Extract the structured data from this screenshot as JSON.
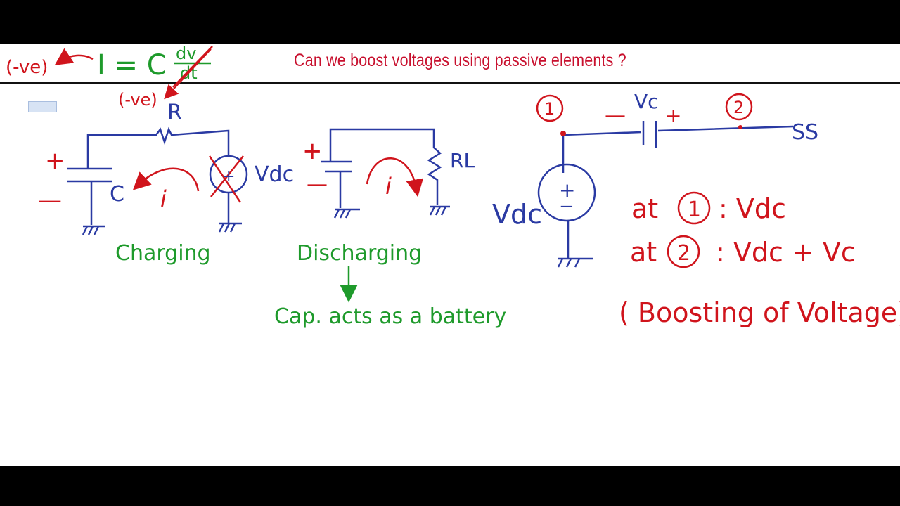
{
  "title": "Can we boost voltages using passive elements ?",
  "formula": {
    "neg_left": "(-ve)",
    "lhs": "I = C",
    "num": "dv",
    "den": "dt",
    "neg_below": "(-ve)"
  },
  "charging": {
    "resistor": "R",
    "plus": "+",
    "minus": "—",
    "cap": "C",
    "current": "i",
    "source": "Vdc",
    "caption": "Charging"
  },
  "discharging": {
    "plus": "+",
    "minus": "—",
    "current": "i",
    "load": "RL",
    "caption": "Discharging",
    "note": "Cap. acts as a battery"
  },
  "boost": {
    "node1": "1",
    "node2": "2",
    "cap_minus": "—",
    "cap_label": "Vc",
    "cap_plus": "+",
    "terminal": "SS",
    "source": "Vdc",
    "line1_at": "at",
    "line1_node": "1",
    "line1_value": ": Vdc",
    "line2_at": "at",
    "line2_node": "2",
    "line2_value": ": Vdc + Vc",
    "conclusion": "( Boosting of Voltage)"
  },
  "colors": {
    "red": "#d0141c",
    "blue": "#2a3aa3",
    "green": "#1e9a2b",
    "tab": "#d7e3f4"
  }
}
